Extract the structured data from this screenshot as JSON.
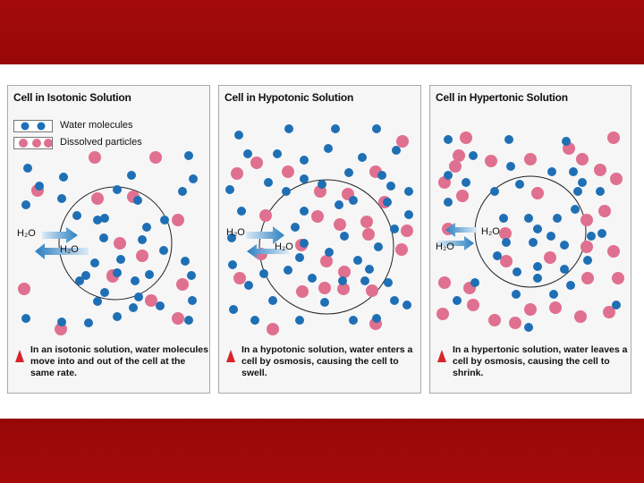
{
  "panels": [
    {
      "title": "Cell in Isotonic Solution",
      "legend": {
        "water": "Water molecules",
        "dissolved": "Dissolved particles"
      },
      "h2o_in": "H₂O",
      "h2o_out": "H₂O",
      "caption": "In an isotonic solution, water molecules move into and out of the cell at the same rate."
    },
    {
      "title": "Cell in Hypotonic Solution",
      "h2o_in": "H₂O",
      "h2o_out": "H₂O",
      "caption": "In a hypotonic solution, water enters a cell by osmosis, causing the cell to swell."
    },
    {
      "title": "Cell in Hypertonic Solution",
      "h2o_in": "H₂O",
      "h2o_out": "H₂O",
      "caption": "In a hypertonic solution, water leaves a cell by osmosis, causing the cell to shrink."
    }
  ],
  "colors": {
    "water": "#1f6fb5",
    "dissolved": "#e0708f",
    "arrow": "#2b7fc0",
    "triangle": "#d8232a"
  }
}
